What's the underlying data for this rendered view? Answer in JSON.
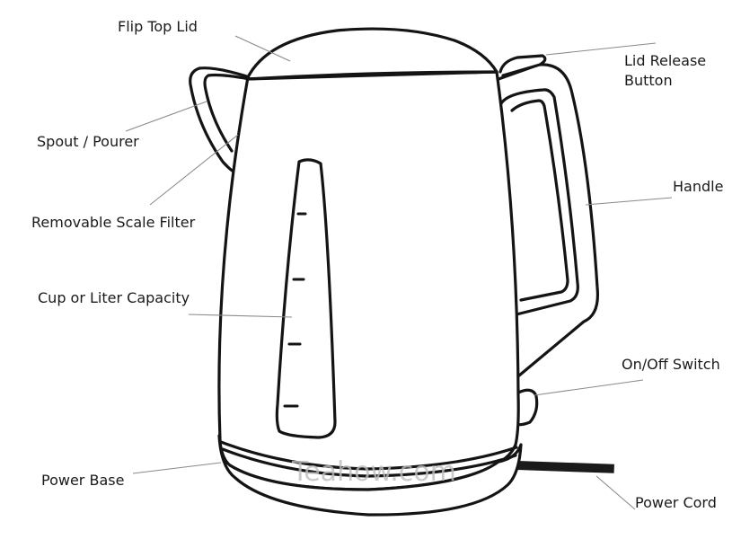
{
  "diagram": {
    "watermark": "Teahow.com",
    "labels": {
      "flip_top_lid": "Flip Top Lid",
      "lid_release_line1": "Lid Release",
      "lid_release_line2": "Button",
      "spout": "Spout / Pourer",
      "handle": "Handle",
      "scale_filter": "Removable Scale Filter",
      "capacity": "Cup or Liter Capacity",
      "on_off_switch": "On/Off Switch",
      "power_base": "Power Base",
      "power_cord": "Power Cord"
    }
  }
}
